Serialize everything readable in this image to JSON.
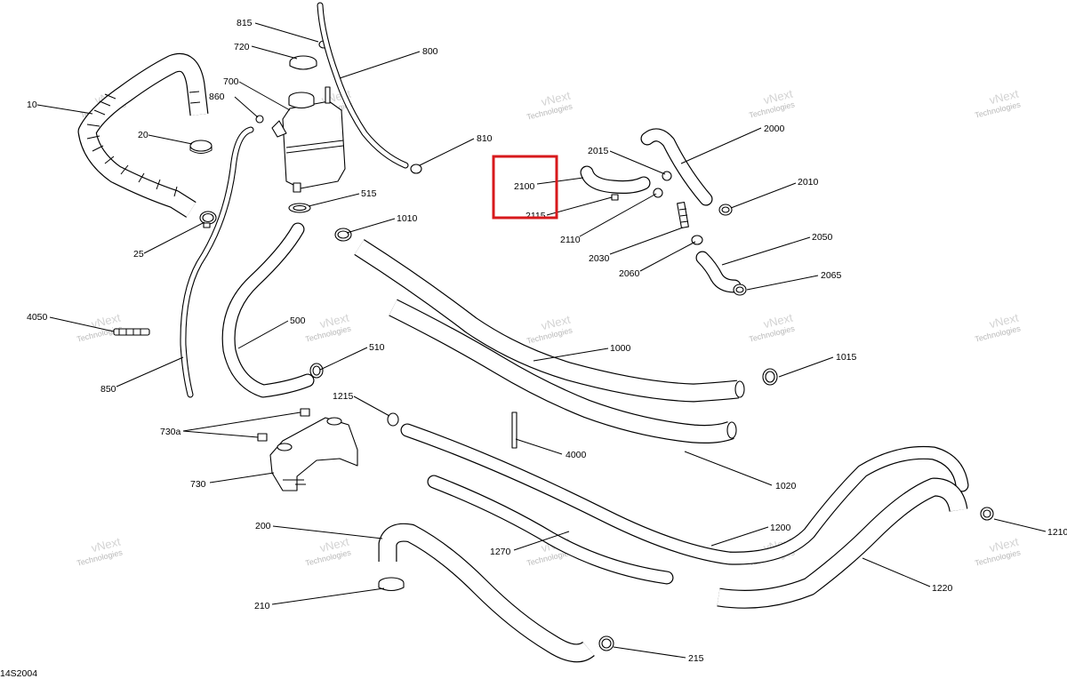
{
  "diagram_code": "14S2004",
  "watermark": {
    "line1": "vNext",
    "line2": "Technologies"
  },
  "highlight_color": "#d7191c",
  "callouts": {
    "p815": "815",
    "p720": "720",
    "p800": "800",
    "p700": "700",
    "p860": "860",
    "p10": "10",
    "p20": "20",
    "p25": "25",
    "p810": "810",
    "p515": "515",
    "p1010": "1010",
    "p2015": "2015",
    "p2000": "2000",
    "p2100": "2100",
    "p2115": "2115",
    "p2110": "2110",
    "p2010": "2010",
    "p2030": "2030",
    "p2050": "2050",
    "p2060": "2060",
    "p2065": "2065",
    "p4050": "4050",
    "p500": "500",
    "p510": "510",
    "p850": "850",
    "p1000": "1000",
    "p1015": "1015",
    "p1215": "1215",
    "p730a": "730a",
    "p730": "730",
    "p4000": "4000",
    "p1020": "1020",
    "p200": "200",
    "p1200": "1200",
    "p1210": "1210",
    "p1270": "1270",
    "p1220": "1220",
    "p210": "210",
    "p215": "215"
  }
}
